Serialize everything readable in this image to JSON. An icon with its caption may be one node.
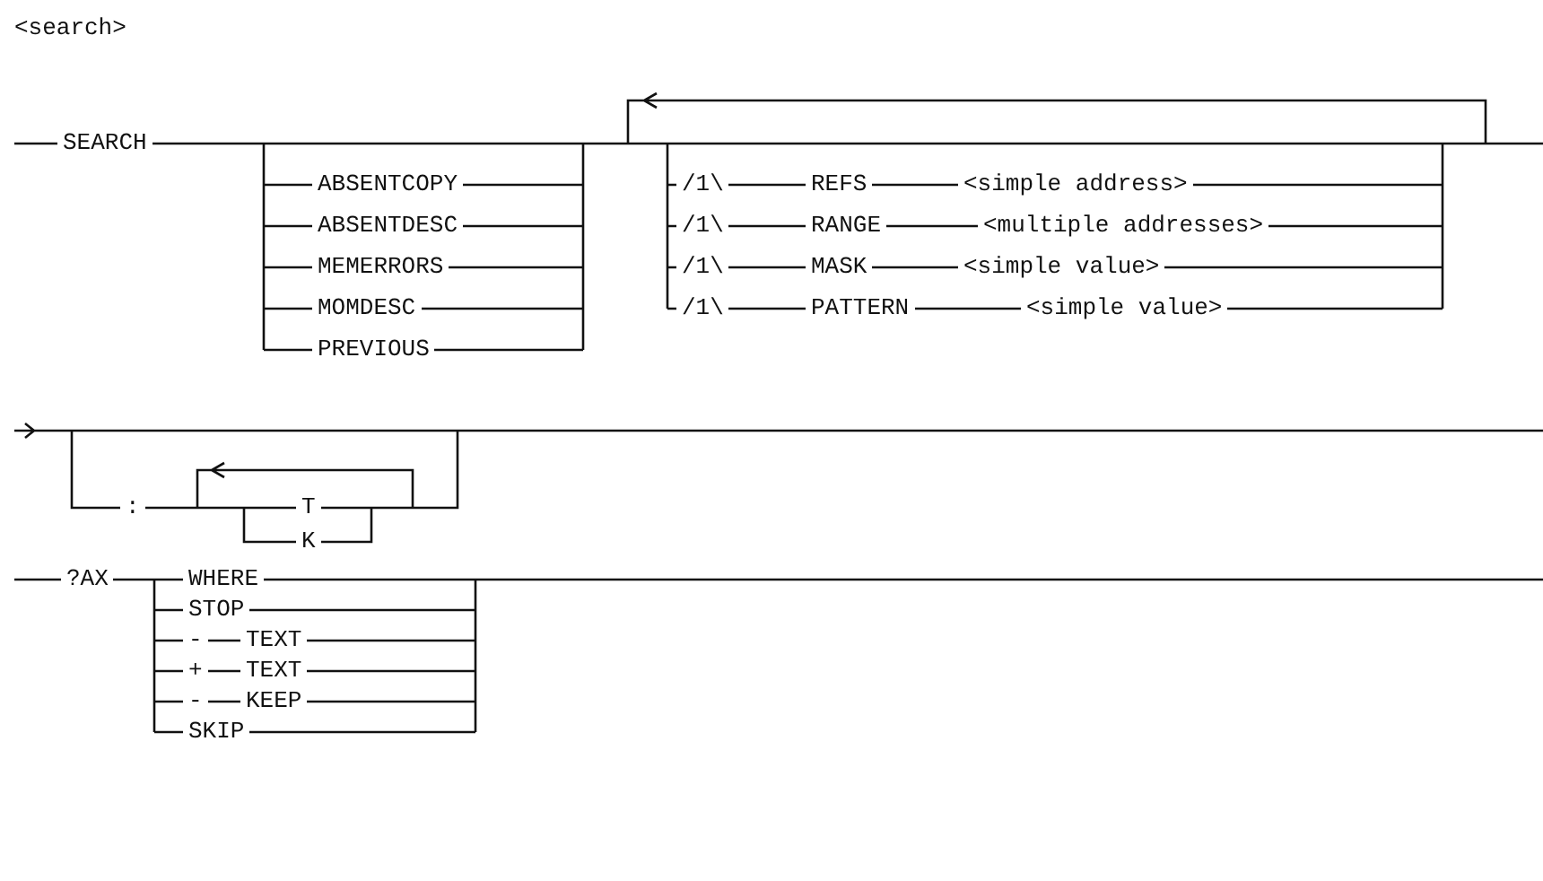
{
  "diagram": {
    "title": "<search>",
    "labels": [
      "SEARCH",
      "ABSENTCOPY",
      "ABSENTDESC",
      "MEMERRORS",
      "MOMDESC",
      "PREVIOUS",
      "/1\\",
      "REFS",
      "<simple address>",
      "/1\\",
      "RANGE",
      "<multiple addresses>",
      "/1\\",
      "MASK",
      "<simple value>",
      "/1\\",
      "PATTERN",
      "<simple value>",
      ":",
      "T",
      "K",
      "?AX",
      "WHERE",
      "STOP",
      "-",
      "TEXT",
      "+",
      "TEXT",
      "-",
      "KEEP",
      "SKIP"
    ]
  }
}
